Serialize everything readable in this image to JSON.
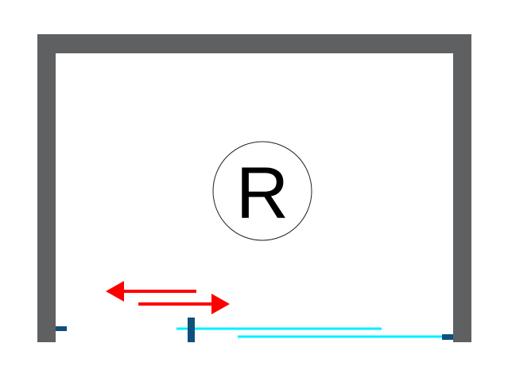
{
  "diagram": {
    "symbol_label": "R",
    "colors": {
      "wall": "#5f6062",
      "glass": "#00f0ff",
      "handle": "#0e4f7e",
      "arrow": "#ff0000",
      "outline": "#222222"
    },
    "direction_indicator": "sliding-both-ways",
    "elements": {
      "walls": [
        "left-wall",
        "top-wall",
        "right-wall"
      ],
      "glass_panels": [
        "sliding-panel",
        "fixed-panel"
      ],
      "fixtures": [
        "left-wall-profile",
        "door-handle",
        "right-wall-profile"
      ]
    }
  }
}
